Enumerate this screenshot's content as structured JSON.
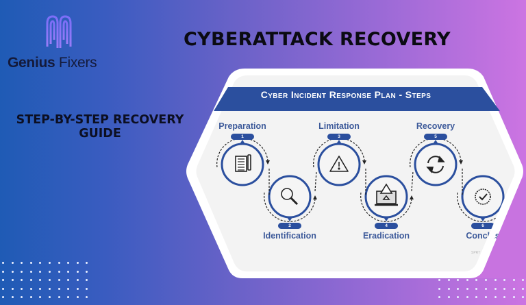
{
  "brand": {
    "name_bold": "Genius",
    "name_light": " Fixers",
    "logo_icon": "genius-fixers-monogram-icon"
  },
  "header": {
    "title": "CYBERATTACK RECOVERY"
  },
  "subtitle": {
    "line1": "STEP-BY-STEP RECOVERY",
    "line2": "GUIDE"
  },
  "infographic": {
    "banner_title": "Cyber Incident Response Plan - Steps",
    "steps": [
      {
        "number": "1",
        "label": "Preparation",
        "icon": "document-pen-icon"
      },
      {
        "number": "2",
        "label": "Identification",
        "icon": "magnifier-icon"
      },
      {
        "number": "3",
        "label": "Limitation",
        "icon": "warning-triangle-icon"
      },
      {
        "number": "4",
        "label": "Eradication",
        "icon": "laptop-warning-icon"
      },
      {
        "number": "5",
        "label": "Recovery",
        "icon": "refresh-cycle-icon"
      },
      {
        "number": "6",
        "label": "Conclus",
        "icon": "badge-check-icon"
      }
    ],
    "watermark": "SPRT"
  },
  "colors": {
    "accent_blue": "#2b4f9e",
    "label_blue": "#3d5a9a",
    "card_bg": "#f3f3f3",
    "gradient_left": "#1f5bb5",
    "gradient_right": "#cc74e2"
  }
}
